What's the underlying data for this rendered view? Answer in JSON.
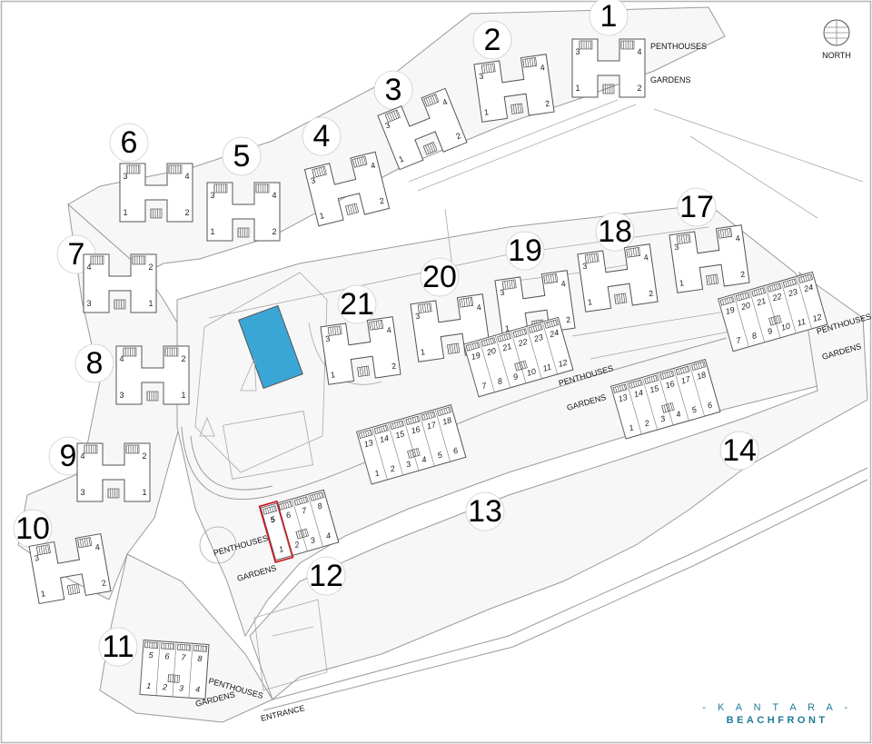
{
  "compass": {
    "label": "NORTH"
  },
  "brand": {
    "line1": "- K A N T A R A -",
    "line2": "BEACHFRONT"
  },
  "labels": {
    "penthouses": "PENTHOUSES",
    "gardens": "GARDENS",
    "entrance": "ENTRANCE"
  },
  "highlight": {
    "unit": "5",
    "color": "#d0121b"
  },
  "pool": {
    "color": "#3aa6d6"
  },
  "buildings": [
    {
      "num": "1",
      "kind": "block",
      "units": [
        "3",
        "4",
        "1",
        "2"
      ]
    },
    {
      "num": "2",
      "kind": "block",
      "units": [
        "3",
        "4",
        "1",
        "2"
      ]
    },
    {
      "num": "3",
      "kind": "block",
      "units": [
        "3",
        "4",
        "1",
        "2"
      ]
    },
    {
      "num": "4",
      "kind": "block",
      "units": [
        "3",
        "4",
        "1",
        "2"
      ]
    },
    {
      "num": "5",
      "kind": "block",
      "units": [
        "3",
        "4",
        "1",
        "2"
      ]
    },
    {
      "num": "6",
      "kind": "block",
      "units": [
        "3",
        "4",
        "1",
        "2"
      ]
    },
    {
      "num": "7",
      "kind": "block",
      "units": [
        "4",
        "2",
        "3",
        "1"
      ]
    },
    {
      "num": "8",
      "kind": "block",
      "units": [
        "4",
        "2",
        "3",
        "1"
      ]
    },
    {
      "num": "9",
      "kind": "block",
      "units": [
        "4",
        "2",
        "3",
        "1"
      ]
    },
    {
      "num": "10",
      "kind": "block",
      "units": [
        "3",
        "4",
        "1",
        "2"
      ]
    },
    {
      "num": "17",
      "kind": "block",
      "units": [
        "3",
        "4",
        "1",
        "2"
      ]
    },
    {
      "num": "18",
      "kind": "block",
      "units": [
        "3",
        "4",
        "1",
        "2"
      ]
    },
    {
      "num": "19",
      "kind": "block",
      "units": [
        "3",
        "4",
        "1",
        "2"
      ]
    },
    {
      "num": "20",
      "kind": "block",
      "units": [
        "3",
        "4",
        "1",
        "2"
      ]
    },
    {
      "num": "21",
      "kind": "block",
      "units": [
        "3",
        "4",
        "1",
        "2"
      ]
    },
    {
      "num": "11",
      "kind": "terrace",
      "top": [
        "5",
        "6",
        "7",
        "8"
      ],
      "bottom": [
        "1",
        "2",
        "3",
        "4"
      ]
    },
    {
      "num": "12",
      "kind": "terrace",
      "top": [
        "5",
        "6",
        "7",
        "8"
      ],
      "bottom": [
        "1",
        "2",
        "3",
        "4"
      ]
    },
    {
      "num": "13",
      "kind": "terrace",
      "top": [
        "13",
        "14",
        "15",
        "16",
        "17",
        "18"
      ],
      "bottom": [
        "1",
        "2",
        "3",
        "4",
        "5",
        "6"
      ],
      "top2": [
        "19",
        "20",
        "21",
        "22",
        "23",
        "24"
      ],
      "bottom2": [
        "7",
        "8",
        "9",
        "10",
        "11",
        "12"
      ]
    },
    {
      "num": "14",
      "kind": "terrace",
      "top": [
        "13",
        "14",
        "15",
        "16",
        "17",
        "18"
      ],
      "bottom": [
        "1",
        "2",
        "3",
        "4",
        "5",
        "6"
      ],
      "top2": [
        "19",
        "20",
        "21",
        "22",
        "23",
        "24"
      ],
      "bottom2": [
        "7",
        "8",
        "9",
        "10",
        "11",
        "12"
      ]
    }
  ]
}
